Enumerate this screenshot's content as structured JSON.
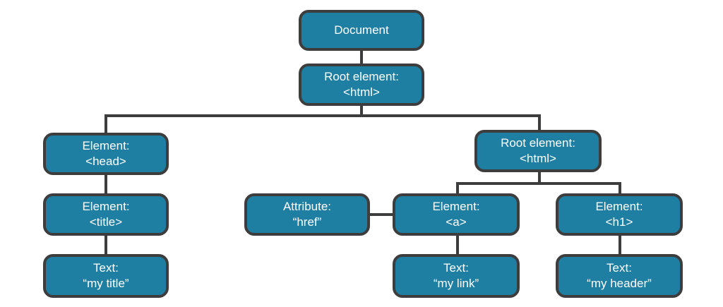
{
  "colors": {
    "node_fill": "#1f7fa3",
    "node_border": "#3d3d3d",
    "connector": "#3d3d3d",
    "text": "#ffffff"
  },
  "nodes": {
    "document": {
      "line1": "Document"
    },
    "root_html": {
      "line1": "Root element:",
      "line2": "<html>"
    },
    "head": {
      "line1": "Element:",
      "line2": "<head>"
    },
    "title": {
      "line1": "Element:",
      "line2": "<title>"
    },
    "title_text": {
      "line1": "Text:",
      "line2": "“my title”"
    },
    "body_html": {
      "line1": "Root element:",
      "line2": "<html>"
    },
    "attr_href": {
      "line1": "Attribute:",
      "line2": "“href”"
    },
    "element_a": {
      "line1": "Element:",
      "line2": "<a>"
    },
    "link_text": {
      "line1": "Text:",
      "line2": "“my link”"
    },
    "element_h1": {
      "line1": "Element:",
      "line2": "<h1>"
    },
    "header_text": {
      "line1": "Text:",
      "line2": "“my header”"
    }
  }
}
